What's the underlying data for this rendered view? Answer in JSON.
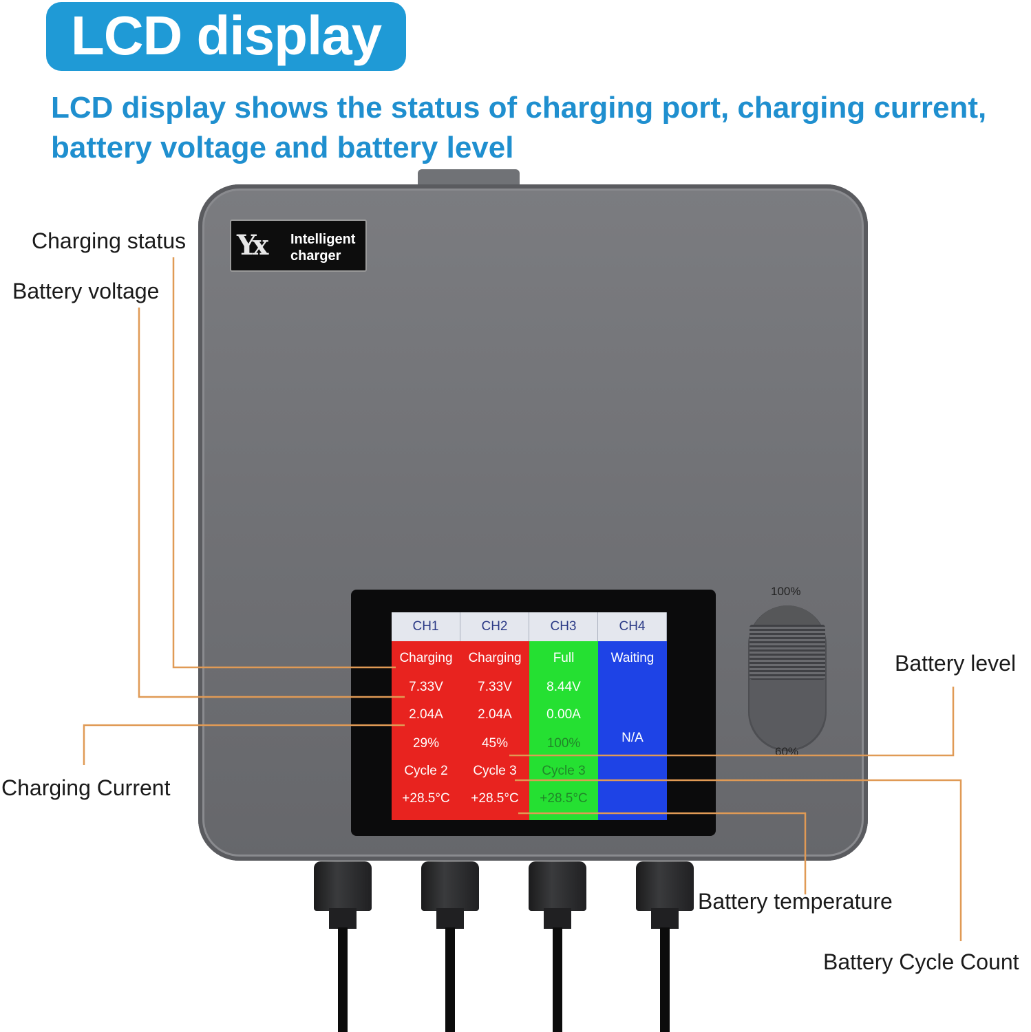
{
  "header": {
    "title": "LCD display",
    "subtitle_line1": "LCD display shows the status of charging port, charging current,",
    "subtitle_line2": "battery voltage and battery level"
  },
  "callouts": {
    "charging_status": "Charging status",
    "battery_voltage": "Battery voltage",
    "charging_current": "Charging Current",
    "battery_level": "Battery level",
    "battery_temperature": "Battery temperature",
    "battery_cycle_count": "Battery Cycle Count"
  },
  "logo": {
    "mark": "Yx",
    "line1": "Intelligent",
    "line2": "charger"
  },
  "dial": {
    "top_label": "100%",
    "bottom_label": "60%"
  },
  "colors": {
    "title_badge": "#1f9ad6",
    "subtitle": "#1f8fcf",
    "leader_line": "#e09a55",
    "charging": "#e8231f",
    "full": "#25e032",
    "waiting": "#1e43e6"
  },
  "channels": [
    {
      "name": "CH1",
      "status": "Charging",
      "voltage": "7.33V",
      "current": "2.04A",
      "level": "29%",
      "cycle": "Cycle 2",
      "temperature": "+28.5°C",
      "color": "#e8231f"
    },
    {
      "name": "CH2",
      "status": "Charging",
      "voltage": "7.33V",
      "current": "2.04A",
      "level": "45%",
      "cycle": "Cycle 3",
      "temperature": "+28.5°C",
      "color": "#e8231f"
    },
    {
      "name": "CH3",
      "status": "Full",
      "voltage": "8.44V",
      "current": "0.00A",
      "level": "100%",
      "cycle": "Cycle 3",
      "temperature": "+28.5°C",
      "color": "#25e032"
    },
    {
      "name": "CH4",
      "status": "Waiting",
      "level": "N/A",
      "color": "#1e43e6"
    }
  ]
}
